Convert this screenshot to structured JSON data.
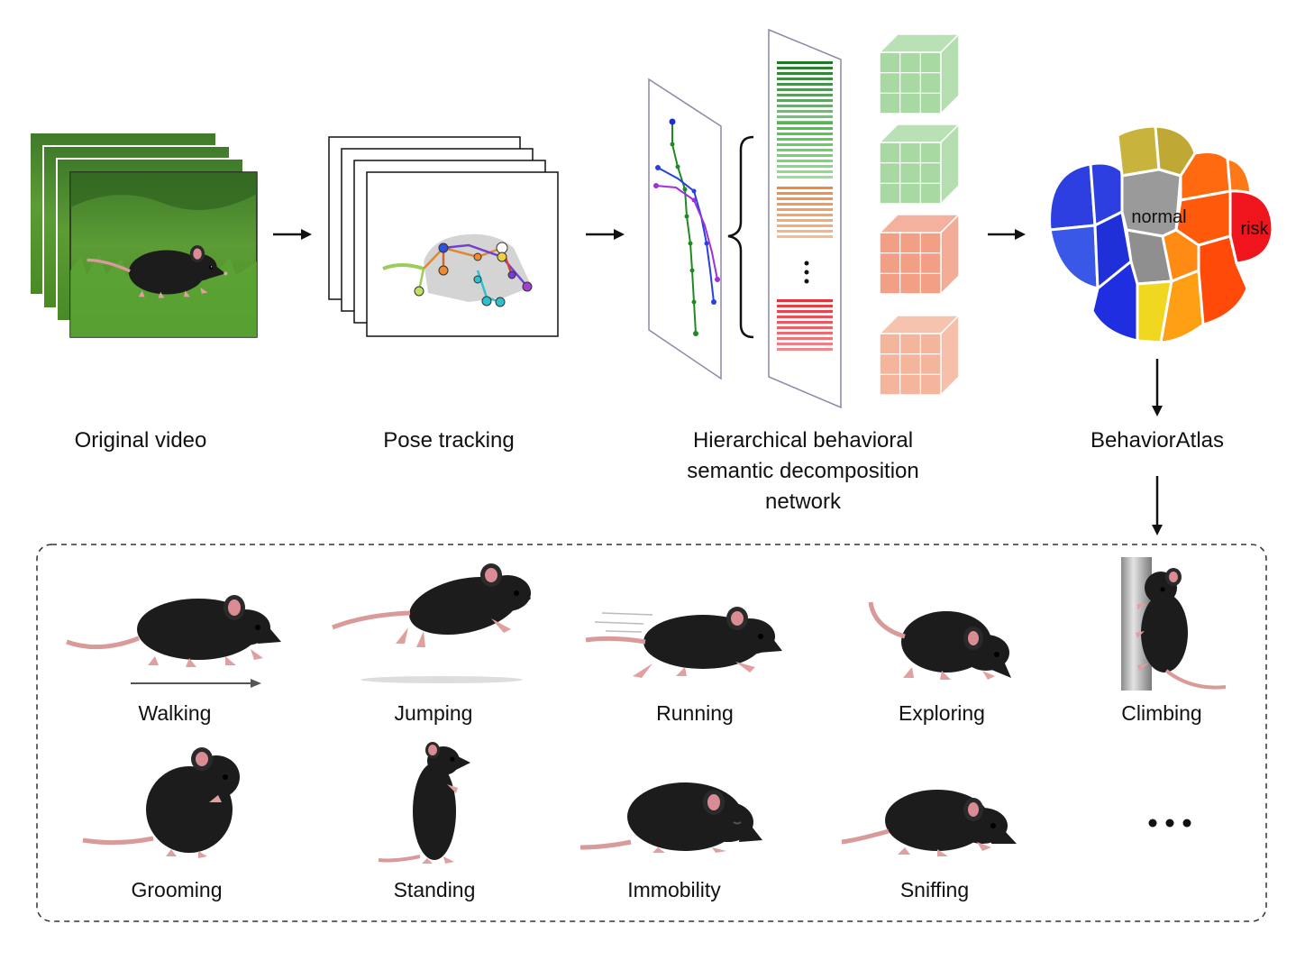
{
  "stages": {
    "video_label": "Original video",
    "pose_label": "Pose tracking",
    "network_label_lines": [
      "Hierarchical behavioral",
      "semantic decomposition",
      "network"
    ],
    "atlas_label": "BehaviorAtlas"
  },
  "atlas": {
    "normal_label": "normal",
    "risk_label": "risk"
  },
  "behaviors": [
    {
      "name": "Walking",
      "pose": "walk"
    },
    {
      "name": "Jumping",
      "pose": "jump"
    },
    {
      "name": "Running",
      "pose": "run"
    },
    {
      "name": "Exploring",
      "pose": "explore"
    },
    {
      "name": "Climbing",
      "pose": "climb"
    },
    {
      "name": "Grooming",
      "pose": "groom"
    },
    {
      "name": "Standing",
      "pose": "stand"
    },
    {
      "name": "Immobility",
      "pose": "immobile"
    },
    {
      "name": "Sniffing",
      "pose": "sniff"
    }
  ],
  "colors": {
    "bars": [
      "#1e7a22",
      "#3fc43a",
      "#f08a3c",
      "#e8333a"
    ],
    "cubes": [
      "#a9d9a3",
      "#a9d9a3",
      "#f29f86",
      "#f5b59c"
    ],
    "atlas_blue": "#2d3fe0",
    "atlas_yellow": "#c8b33c",
    "atlas_orange": "#ff6a10",
    "atlas_red": "#f0151c",
    "atlas_gray": "#9a9a9a"
  }
}
